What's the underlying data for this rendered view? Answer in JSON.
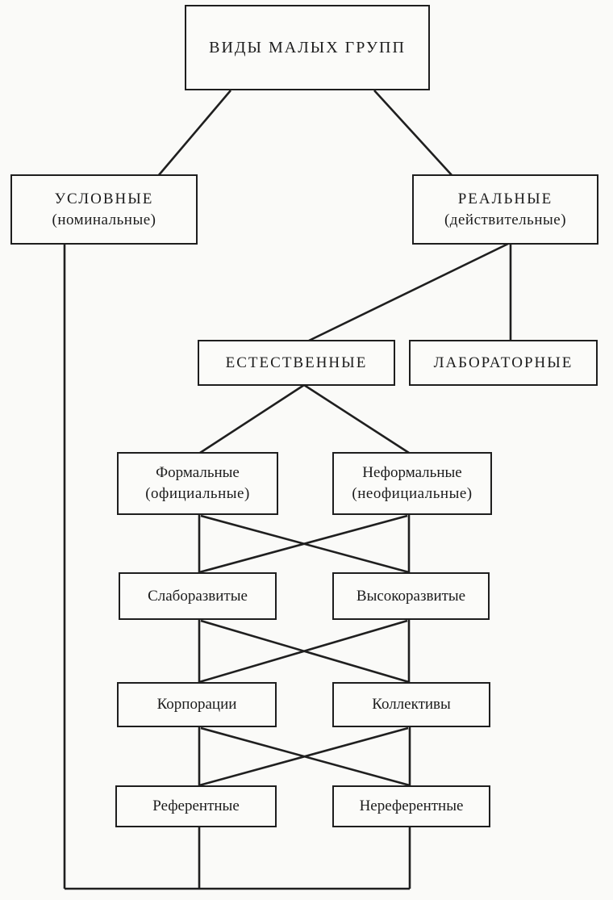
{
  "diagram": {
    "title": "ВИДЫ МАЛЫХ ГРУПП",
    "colors": {
      "background": "#fafaf8",
      "box_background": "#fbfbf9",
      "line": "#1f1f1f",
      "text": "#1c1c1c"
    },
    "nodes": {
      "root": {
        "label": "ВИДЫ МАЛЫХ ГРУПП"
      },
      "uslovnye": {
        "label": "УСЛОВНЫЕ",
        "sublabel": "(номинальные)"
      },
      "realnye": {
        "label": "РЕАЛЬНЫЕ",
        "sublabel": "(действительные)"
      },
      "estestvennye": {
        "label": "ЕСТЕСТВЕННЫЕ"
      },
      "laboratornye": {
        "label": "ЛАБОРАТОРНЫЕ"
      },
      "formalnye": {
        "label": "Формальные",
        "sublabel": "(официальные)"
      },
      "neformalnye": {
        "label": "Неформальные",
        "sublabel": "(неофициальные)"
      },
      "slaborazvitye": {
        "label": "Слаборазвитые"
      },
      "vysokorazvitye": {
        "label": "Высокоразвитые"
      },
      "korporacii": {
        "label": "Корпорации"
      },
      "kollektivy": {
        "label": "Коллективы"
      },
      "referentnye": {
        "label": "Референтные"
      },
      "nereferentnye": {
        "label": "Нереферентные"
      }
    },
    "edges": [
      "root - uslovnye",
      "root - realnye",
      "realnye - estestvennye",
      "realnye - laboratornye",
      "estestvennye - formalnye",
      "estestvennye - neformalnye",
      "formalnye - slaborazvitye",
      "formalnye - vysokorazvitye",
      "neformalnye - slaborazvitye",
      "neformalnye - vysokorazvitye",
      "slaborazvitye - korporacii",
      "slaborazvitye - kollektivy",
      "vysokorazvitye - korporacii",
      "vysokorazvitye - kollektivy",
      "korporacii - referentnye",
      "korporacii - nereferentnye",
      "kollektivy - referentnye",
      "kollektivy - nereferentnye",
      "uslovnye - bottom-bus",
      "referentnye - bottom-bus",
      "nereferentnye - bottom-bus"
    ]
  }
}
